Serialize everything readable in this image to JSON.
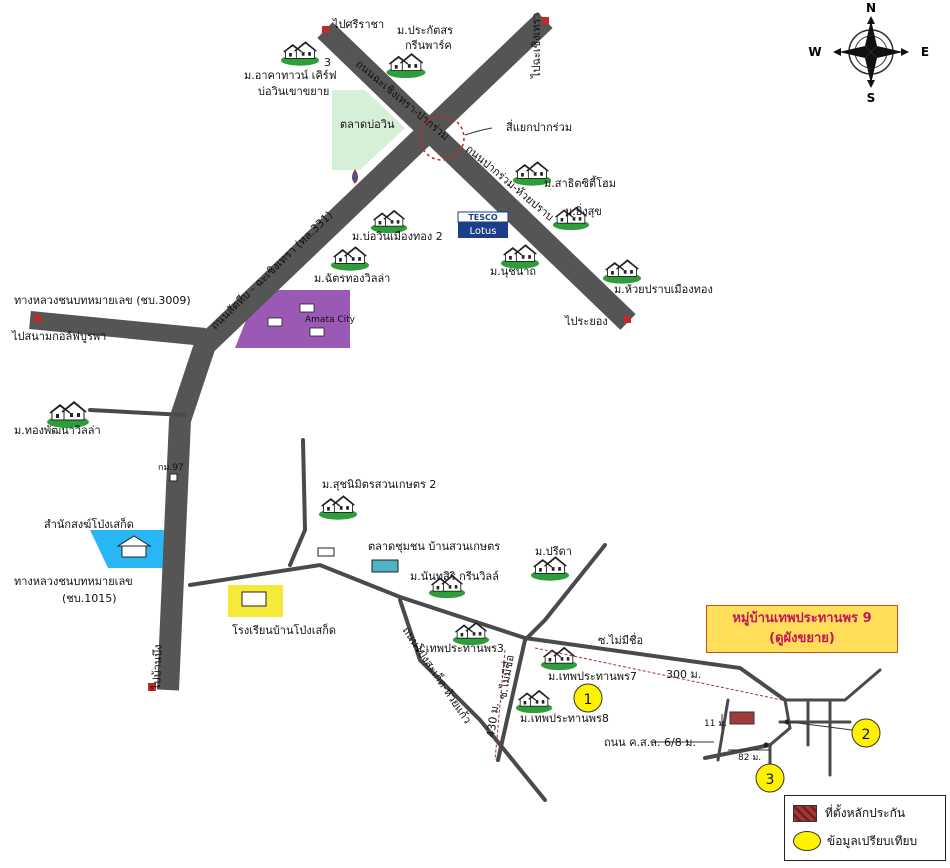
{
  "compass": {
    "north": "N",
    "south": "S",
    "east": "E",
    "west": "W"
  },
  "roads": {
    "sriracha": "ไปศรีราชา",
    "chachoengsao": "ไปฉะเชิงเทรา",
    "rayong": "ไประยอง",
    "banbueng": "ไปบ้านบึง",
    "main_road": "ถนนสัตหีบ - ฉะเชิงเทรา (ทล.331)",
    "pakruam_road": "ถนนปากร่วม-ห้วยปราบ",
    "upper_road": "ถนนฉะเชิงเทรา-ปากร่วม",
    "highway_3009": "ทางหลวงชนบทหมายเลข (ชบ.3009)",
    "golf": "ไปสนามกอล์ฟบูรพา",
    "highway_1015_a": "ทางหลวงชนบทหมายเลข",
    "highway_1015_b": "(ชบ.1015)",
    "km97": "กม.97",
    "nong_pla_road": "ถนนโป่งสะเก็ด-ห้วยแก้ว",
    "unnamed_soi": "ซ.ไม่มีชื่อ",
    "unnamed_soi2": "ซ.ไม่มีชื่อ",
    "dist_300": "300 ม.",
    "dist_430": "430 ม.",
    "dist_11": "11 ม.",
    "dist_82": "82 ม.",
    "ks_road": "ถนน ค.ส.ล. 6/8 ม."
  },
  "places": {
    "prakutsorn_1": "ม.ประกัตสร",
    "prakutsorn_2": "กรีนพาร์ค",
    "num3": "3",
    "athan_1": "ม.อาคาทาวน์ เคิร์ฟ",
    "athan_2": "บ่อวินเขาขยาย",
    "talad_bowin": "ตลาดบ่อวิน",
    "sieryak": "สี่แยกปากร่วม",
    "sathitcity": "ม.สาธิตซิตี้โฮม",
    "yingsuk": "ม.ยิ่งสุข",
    "tesco_1": "TESCO",
    "tesco_2": "Lotus",
    "bowin_muang": "ม.บ่อวินเมืองทอง 2",
    "nuchanat": "ม.นุชนาถ",
    "huaiprab": "ม.ห้วยปราบเมืองทอง",
    "chatthong": "ม.ฉัตรทองวิลล่า",
    "amata": "Amata City",
    "thongpatthana": "ม.ทองพัฒนาวิลล่า",
    "suchanimit": "ม.สุชนิมิตรสวนเกษตร 2",
    "samnak": "สำนักสงฆ์โป่งเสก็ด",
    "talad_chumchon": "ตลาดชุมชน บ้านสวนเกษตร",
    "preeda": "ม.ปรีดา",
    "nanthasiri": "ม.นันทสิริ กรีนวิลล์",
    "school": "โรงเรียนบ้านโป่งเสก็ด",
    "thep3": "ม.เทพประทานพร3",
    "thep7": "ม.เทพประทานพร7",
    "thep8": "ม.เทพประทานพร8"
  },
  "village_title": {
    "line1": "หมู่บ้านเทพประทานพร 9",
    "line2": "(ดูผังขยาย)"
  },
  "markers": {
    "m1": "1",
    "m2": "2",
    "m3": "3"
  },
  "legend": {
    "collateral": "ที่ตั้งหลักประกัน",
    "comparison": "ข้อมูลเปรียบเทียบ"
  },
  "colors": {
    "road": "#555555",
    "plot_green": "#d6f0d8",
    "amata": "#9b59b6",
    "pond": "#29b6f6",
    "school": "#f5e93a",
    "marker": "#fff200",
    "collateral": "#a23a3a",
    "village_box": "#ffde59"
  }
}
